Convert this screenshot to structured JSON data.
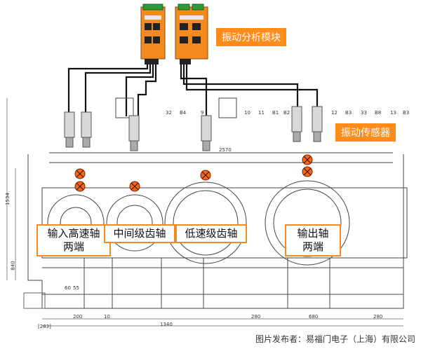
{
  "labels": {
    "module": "振动分析模块",
    "sensor": "振动传感器",
    "input_shaft": "输入高速轴",
    "input_shaft_2": "两端",
    "middle_shaft": "中间级齿轴",
    "low_shaft": "低速级齿轴",
    "output_shaft": "输出轴",
    "output_shaft_2": "两端"
  },
  "top_dims": [
    "32",
    "B4",
    "9",
    "10",
    "11",
    "B1",
    "B2",
    "12",
    "B3",
    "33",
    "B8",
    "13",
    "B3"
  ],
  "dims": {
    "d2570": "2570",
    "d1534": "1534",
    "d840": "840",
    "d60": "60",
    "d55": "55",
    "d200": "200",
    "d10": "10",
    "d280a": "280",
    "d680": "680",
    "d280b": "280",
    "d1340": "1340",
    "d283": "[283]"
  },
  "caption": "图片发布者：易福门电子（上海）有限公司",
  "colors": {
    "orange": "#ff8c1a",
    "line": "#333333",
    "cable": "#111111"
  }
}
